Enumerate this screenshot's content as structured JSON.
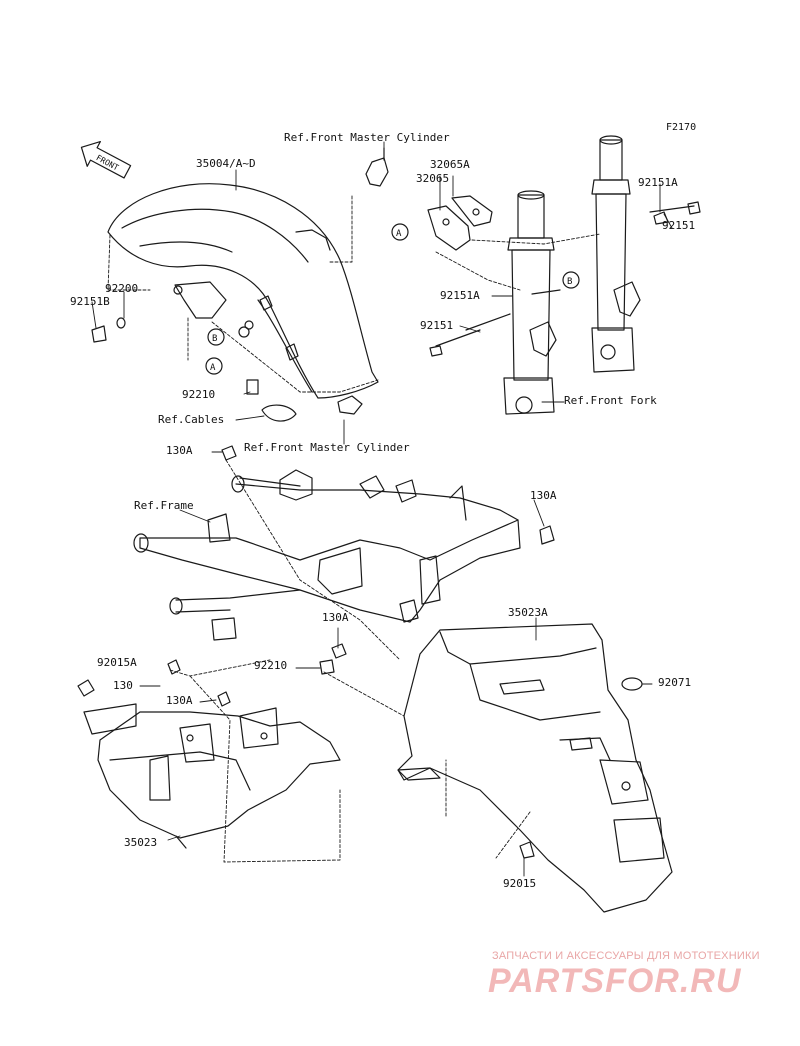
{
  "figure_code": "F2170",
  "front_marker": "FRONT",
  "callouts": {
    "A": "A",
    "B": "B"
  },
  "labels": {
    "ref_front_master_cylinder_top": "Ref.Front Master Cylinder",
    "part_35004": "35004/A~D",
    "part_32065A": "32065A",
    "part_32065": "32065",
    "part_92151A_top": "92151A",
    "part_92151_right": "92151",
    "part_92200": "92200",
    "part_92151B": "92151B",
    "part_92151A_mid": "92151A",
    "part_92151_mid": "92151",
    "part_92210_top": "92210",
    "ref_cables": "Ref.Cables",
    "ref_front_fork": "Ref.Front Fork",
    "ref_front_master_cylinder_bottom": "Ref.Front Master Cylinder",
    "part_130A_top": "130A",
    "part_130A_right": "130A",
    "ref_frame": "Ref.Frame",
    "part_130A_mid": "130A",
    "part_35023A": "35023A",
    "part_92015A": "92015A",
    "part_130": "130",
    "part_92210_mid": "92210",
    "part_130A_low": "130A",
    "part_92071": "92071",
    "part_35023": "35023",
    "part_92015": "92015"
  },
  "watermark": {
    "tagline": "ЗАПЧАСТИ И АКСЕССУАРЫ ДЛЯ МОТОТЕХНИКИ",
    "logo": "PARTSFOR.RU"
  }
}
